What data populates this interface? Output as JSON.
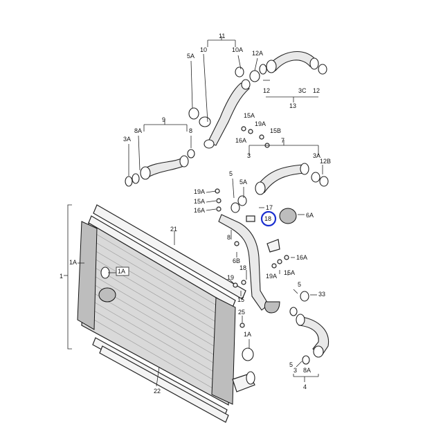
{
  "labels": {
    "l11": "11",
    "l5a_top": "5A",
    "l10": "10",
    "l10a": "10A",
    "l12a": "12A",
    "l12_left": "12",
    "l3c": "3C",
    "l12_right": "12",
    "l13": "13",
    "l15a_top": "15A",
    "l19a_top": "19A",
    "l15b": "15B",
    "l16a_top": "16A",
    "l9": "9",
    "l8a_top": "8A",
    "l3a_left": "3A",
    "l8_top": "8",
    "l7": "7",
    "l3_mid": "3",
    "l3a_right": "3A",
    "l12b": "12B",
    "l5_mid": "5",
    "l5a_mid": "5A",
    "l19a_left": "19A",
    "l15a_left": "15A",
    "l16a_left": "16A",
    "l17": "17",
    "l6a": "6A",
    "l18": "18",
    "l8_mid": "8",
    "l6b": "6B",
    "l16a_right": "16A",
    "l19a_bottom": "19A",
    "l15a_right": "15A",
    "l18_lower": "18",
    "l19": "19",
    "l15": "15",
    "l5_right": "5",
    "l33": "33",
    "l25": "25",
    "l1a_bottom": "1A",
    "l3_bottom": "3",
    "l8a_bottom": "8A",
    "l5_bottom": "5",
    "l4": "4",
    "l21": "21",
    "l22": "22",
    "l1a_left": "1A",
    "l1": "1",
    "l1a_box": "1A"
  },
  "highlight": {
    "part": "18",
    "color": "#1a2fd0"
  }
}
